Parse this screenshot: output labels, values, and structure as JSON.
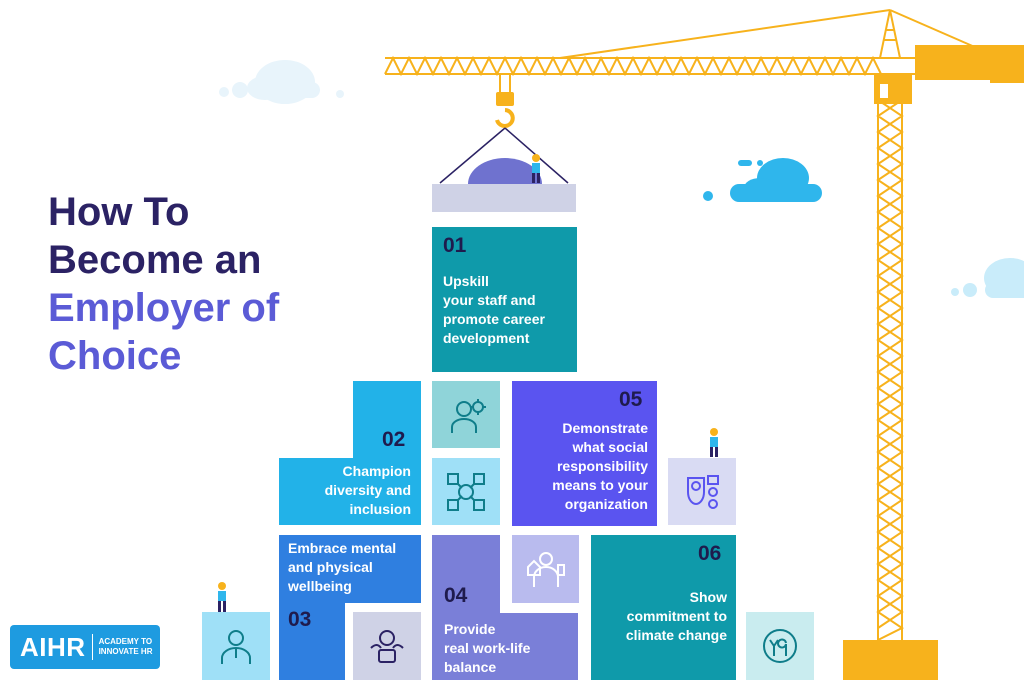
{
  "title": {
    "line1": "How To",
    "line2": "Become an",
    "line3": "Employer of",
    "line4": "Choice"
  },
  "steps": [
    {
      "number": "01",
      "lines": [
        "Upskill",
        "your staff and",
        "promote career",
        "development"
      ],
      "color": "#0f9aaa"
    },
    {
      "number": "02",
      "lines": [
        "Champion",
        "diversity and",
        "inclusion"
      ],
      "color": "#22b2e8"
    },
    {
      "number": "03",
      "lines": [
        "Embrace mental",
        "and physical",
        "wellbeing"
      ],
      "color": "#2f7fe0"
    },
    {
      "number": "04",
      "lines": [
        "Provide",
        "real work-life",
        "balance"
      ],
      "color": "#7a7fd8"
    },
    {
      "number": "05",
      "lines": [
        "Demonstrate",
        "what social",
        "responsibility",
        "means to your",
        "organization"
      ],
      "color": "#5a54f0"
    },
    {
      "number": "06",
      "lines": [
        "Show",
        "commitment to",
        "climate change"
      ],
      "color": "#0f9aaa"
    }
  ],
  "icons": [
    "professional-development-icon",
    "diversity-network-icon",
    "wellbeing-person-icon",
    "work-life-balance-icon",
    "social-responsibility-icon",
    "climate-globe-icon",
    "employee-icon"
  ],
  "logo": {
    "main": "AIHR",
    "sub_line1": "ACADEMY TO",
    "sub_line2": "INNOVATE HR"
  },
  "colors": {
    "title_dark": "#2b2264",
    "title_accent": "#5b5bd6",
    "crane": "#f7b21c",
    "cloud": "#2fb6ec",
    "logo_bg": "#1e9be0"
  }
}
